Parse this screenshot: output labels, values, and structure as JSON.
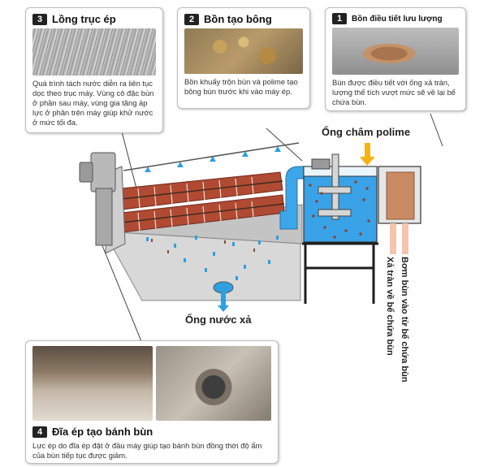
{
  "cards": {
    "press": {
      "number": "3",
      "title": "Lồng trục ép",
      "description": "Quá trình tách nước diễn ra liên tục dọc theo trục máy. Vùng cô đặc bùn ở phần sau máy, vùng gia tăng áp lực ở phần trên máy giúp khử nước ở mức tối đa."
    },
    "flocculation": {
      "number": "2",
      "title": "Bồn tạo bông",
      "description": "Bồn khuấy trộn bùn và polime tạo bông bùn trước khi vào máy ép."
    },
    "regulator": {
      "number": "1",
      "title": "Bồn điều tiết lưu lượng",
      "description": "Bùn được điều tiết với ống xả tràn, lượng thể tích vượt mức sẽ về lại bể chứa bùn."
    },
    "disc": {
      "number": "4",
      "title": "Đĩa ép tạo bánh bùn",
      "description": "Lực ép do đĩa ép đặt ở đầu máy giúp tạo bánh bùn đồng thời độ ẩm của bùn tiếp tục được giảm."
    }
  },
  "labels": {
    "polymer_pipe": "Ống châm polime",
    "drain_pipe": "Ống nước xả",
    "overflow": "Xả tràn về bể chứa bùn",
    "pump_in": "Bơm bùn vào từ bể chứa bùn"
  },
  "colors": {
    "water_blue": "#2f9fe0",
    "sludge_brown": "#8a4a33",
    "polymer_yellow": "#f5b31a",
    "frame_dark": "#1e1e1e"
  }
}
